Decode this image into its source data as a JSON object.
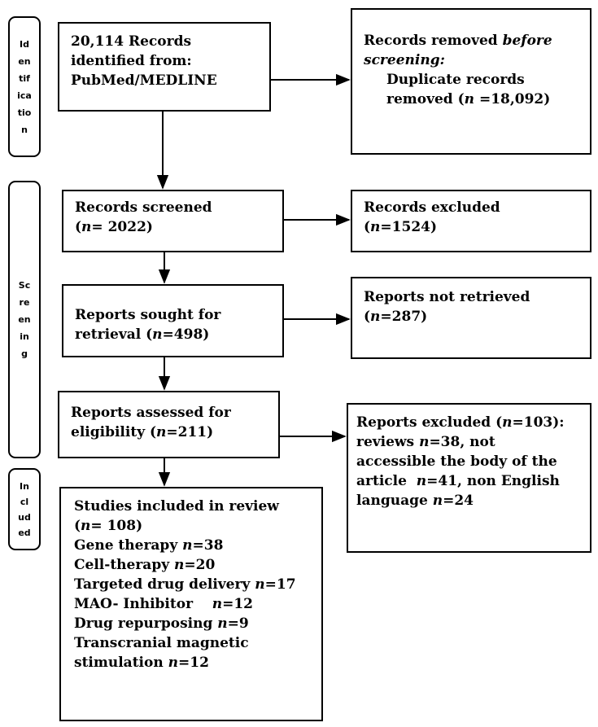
{
  "stages": {
    "identification": [
      "Id",
      "en",
      "tif",
      "ica",
      "tio",
      "n"
    ],
    "screening": [
      "Sc",
      "re",
      "en",
      "in",
      "g"
    ],
    "included": [
      "In",
      "cl",
      "ud",
      "ed"
    ]
  },
  "boxes": {
    "identified": {
      "line1": "20,114 Records",
      "line2": "identified from:",
      "line3": "PubMed/MEDLINE"
    },
    "removed": {
      "line1_a": "Records removed ",
      "line1_b": "before",
      "line2": "screening:",
      "line3": "Duplicate records",
      "line4_a": "removed (",
      "line4_n": "n",
      "line4_b": " =18,092)"
    },
    "screened": {
      "line1": "Records screened",
      "line2_a": "(",
      "line2_n": "n",
      "line2_b": "= 2022)"
    },
    "excluded": {
      "line1": "Records excluded",
      "line2_a": "(",
      "line2_n": "n",
      "line2_b": "=1524)"
    },
    "sought": {
      "line1": "Reports sought for",
      "line2_a": "retrieval (",
      "line2_n": "n",
      "line2_b": "=498)"
    },
    "not_retrieved": {
      "line1": "Reports not retrieved",
      "line2_a": "(",
      "line2_n": "n",
      "line2_b": "=287)"
    },
    "assessed": {
      "line1": "Reports assessed for",
      "line2_a": "eligibility (",
      "line2_n": "n",
      "line2_b": "=211)"
    },
    "reports_excluded": {
      "line1_a": "Reports excluded (",
      "line1_n": "n",
      "line1_b": "=103):",
      "line2_a": "reviews ",
      "line2_n": "n",
      "line2_b": "=38, not",
      "line3": "accessible the body of the",
      "line4_a": "article  ",
      "line4_n": "n",
      "line4_b": "=41, non English",
      "line5_a": "language ",
      "line5_n": "n",
      "line5_b": "=24"
    },
    "included": {
      "line1": "Studies included in review",
      "line2_a": "(",
      "line2_n": "n",
      "line2_b": "= 108)",
      "items": [
        {
          "label": "Gene therapy ",
          "n": "n",
          "value": "=38"
        },
        {
          "label": "Cell-therapy ",
          "n": "n",
          "value": "=20"
        },
        {
          "label": "Targeted drug delivery ",
          "n": "n",
          "value": "=17"
        },
        {
          "label": "MAO- Inhibitor    ",
          "n": "n",
          "value": "=12"
        },
        {
          "label": "Drug repurposing ",
          "n": "n",
          "value": "=9"
        }
      ],
      "last1": "Transcranial magnetic",
      "last2_a": "stimulation ",
      "last2_n": "n",
      "last2_b": "=12"
    }
  }
}
